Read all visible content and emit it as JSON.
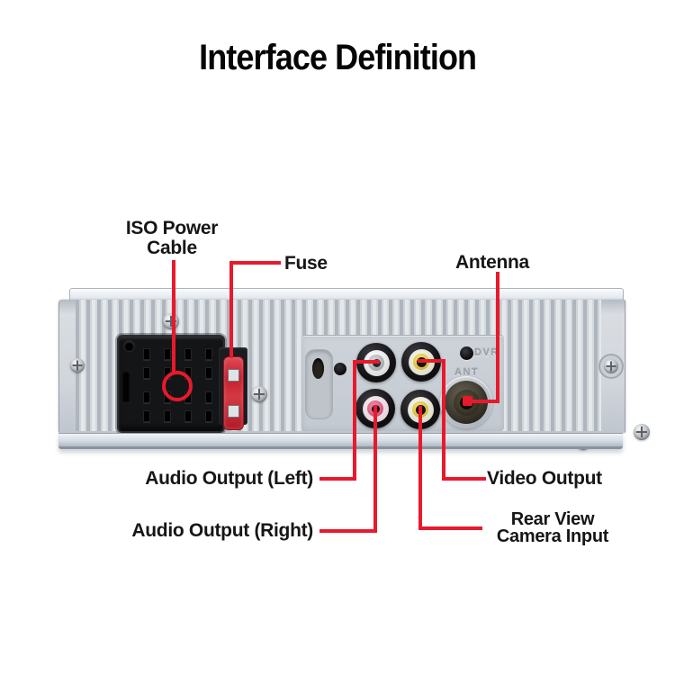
{
  "title": "Interface Definition",
  "callouts": {
    "iso_power_cable": {
      "line1": "ISO Power",
      "line2": "Cable"
    },
    "fuse": "Fuse",
    "antenna": "Antenna",
    "audio_left": "Audio Output (Left)",
    "audio_right": "Audio Output (Right)",
    "video_output": "Video Output",
    "rear_camera": {
      "line1": "Rear View",
      "line2": "Camera Input"
    }
  },
  "device": {
    "embossed_labels": {
      "dvr": "DVR",
      "ant": "ANT"
    },
    "connectors": [
      "ISO power cable connector",
      "blade fuse",
      "audio output left RCA (white)",
      "video output RCA (yellow)",
      "audio output right RCA (pink)",
      "rear view camera input RCA (yellow)",
      "antenna jack",
      "DVR port hole"
    ]
  },
  "colors": {
    "callout_red": "#e8192c",
    "label_text": "#161616",
    "rca_white": "#eef0f2",
    "rca_yellow": "#e3c94e",
    "rca_pink": "#e0688c",
    "chassis": "#d1d6dc"
  }
}
